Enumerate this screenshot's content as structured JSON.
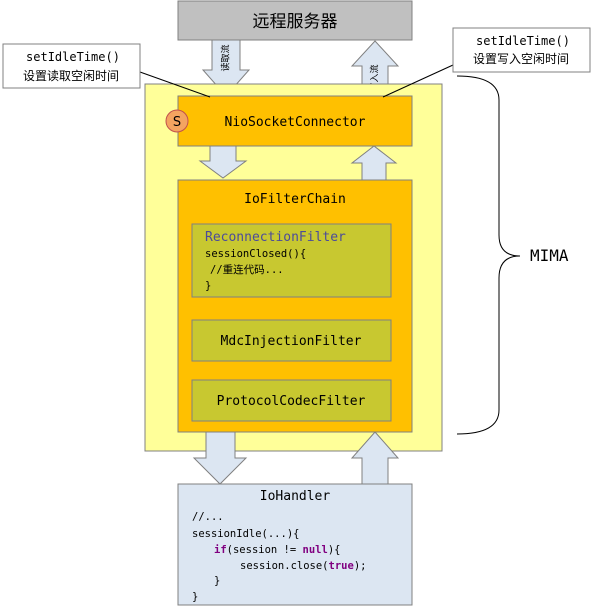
{
  "remote_server": {
    "label": "远程服务器"
  },
  "read_note": {
    "line1": "setIdleTime()",
    "line2": "设置读取空闲时间"
  },
  "write_note": {
    "line1": "setIdleTime()",
    "line2": "设置写入空闲时间"
  },
  "arrows": {
    "read_stream": "读取流",
    "write_stream": "写入流"
  },
  "connector": {
    "badge": "S",
    "label": "NioSocketConnector"
  },
  "filter_chain": {
    "title": "IoFilterChain",
    "reconnection": {
      "title": "ReconnectionFilter",
      "line1": "sessionClosed(){",
      "line2": "//重连代码...",
      "line3": "}"
    },
    "mdc": {
      "label": "MdcInjectionFilter"
    },
    "codec": {
      "label": "ProtocolCodecFilter"
    }
  },
  "mima_label": "MIMA",
  "handler": {
    "title": "IoHandler",
    "line1": "//...",
    "line2": "sessionIdle(...){",
    "kw_if": "if",
    "line3_mid": "(session != ",
    "kw_null": "null",
    "line3_end": "){",
    "line4_start": "session.close(",
    "kw_true": "true",
    "line4_end": ");",
    "line5": "}",
    "line6": "}"
  },
  "colors": {
    "server_fill": "#c0c0c0",
    "mima_fill": "#ffff99",
    "connector_fill": "#ffc000",
    "chain_fill": "#ffc000",
    "filter_fill": "#c8c830",
    "handler_fill": "#dce6f2",
    "arrow_fill": "#dce6f2",
    "keyword": "#800080",
    "filter_title": "#4b4b9b"
  }
}
